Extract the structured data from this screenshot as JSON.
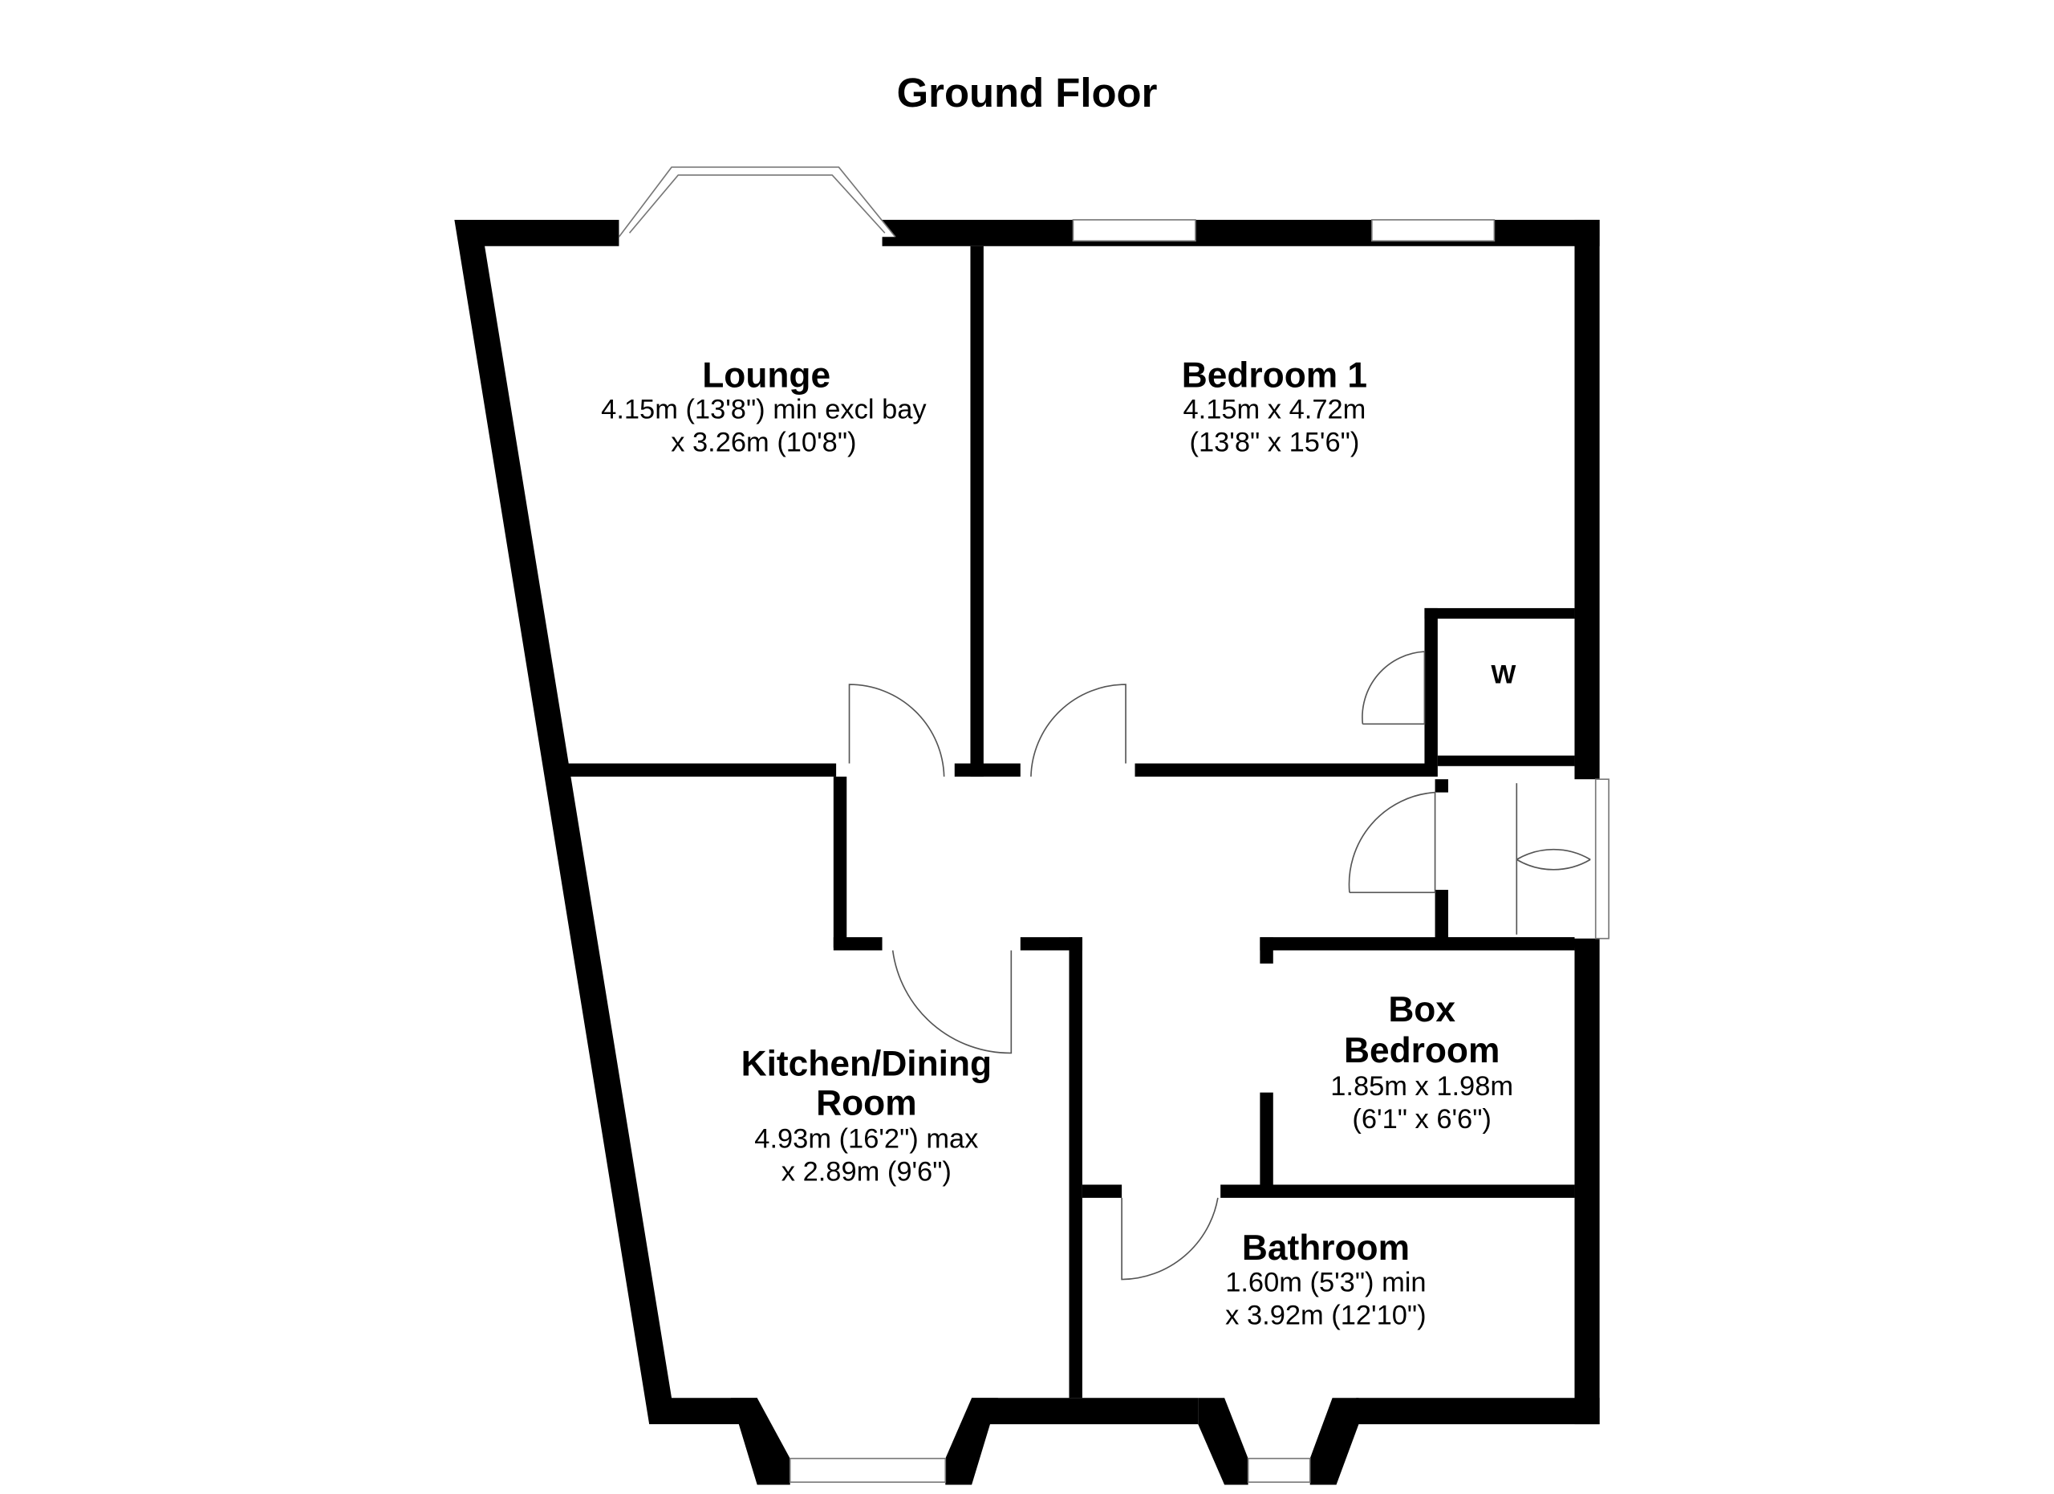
{
  "title": "Ground Floor",
  "rooms": {
    "lounge": {
      "name": "Lounge",
      "dim1": "4.15m (13'8\") min excl bay",
      "dim2": "x 3.26m (10'8\")"
    },
    "bedroom1": {
      "name": "Bedroom 1",
      "dim1": "4.15m x 4.72m",
      "dim2": "(13'8\" x 15'6\")"
    },
    "wardrobe": {
      "name": "W"
    },
    "kitchen": {
      "name1": "Kitchen/Dining",
      "name2": "Room",
      "dim1": "4.93m (16'2\") max",
      "dim2": "x 2.89m (9'6\")"
    },
    "box_bedroom": {
      "name1": "Box",
      "name2": "Bedroom",
      "dim1": "1.85m x 1.98m",
      "dim2": "(6'1\" x 6'6\")"
    },
    "bathroom": {
      "name": "Bathroom",
      "dim1": "1.60m (5'3\") min",
      "dim2": "x 3.92m (12'10\")"
    }
  }
}
